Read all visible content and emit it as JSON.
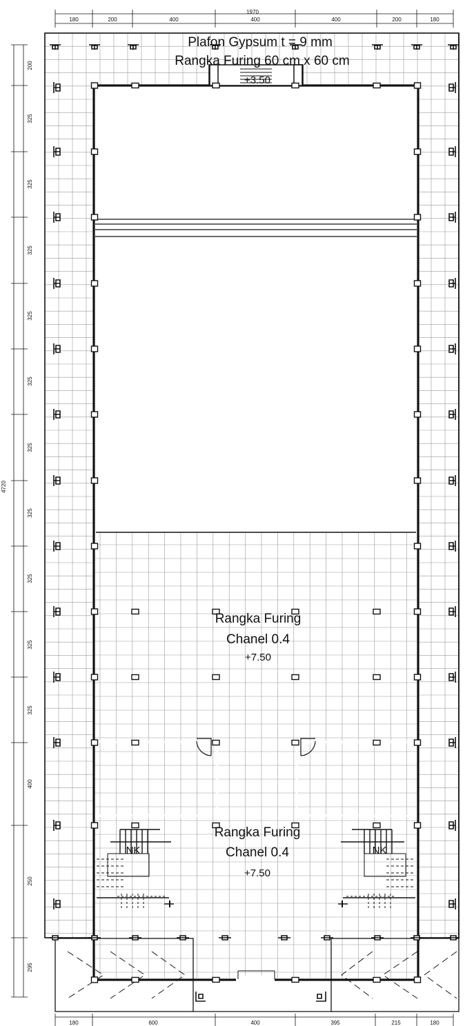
{
  "dimensions": {
    "top_total": "1970",
    "top_segments": [
      "180",
      "200",
      "400",
      "400",
      "400",
      "200",
      "180"
    ],
    "left_total": "4720",
    "left_segments": [
      "200",
      "325",
      "325",
      "325",
      "325",
      "325",
      "325",
      "325",
      "325",
      "325",
      "325",
      "400",
      "250",
      "295"
    ],
    "bottom_segments": [
      "180",
      "600",
      "400",
      "395",
      "215",
      "180"
    ]
  },
  "labels": {
    "ceiling_title": "Plafon Gypsum t = 9 mm",
    "ceiling_subtitle": "Rangka Furing 60 cm x 60 cm",
    "stair_level": "+3.50",
    "middle_title": "Rangka Furing",
    "middle_subtitle": "Chanel 0.4",
    "middle_level": "+7.50",
    "lower_title": "Rangka Furing",
    "lower_subtitle": "Chanel 0.4",
    "lower_level": "+7.50",
    "toilet_left": "NK",
    "toilet_right": "NK"
  },
  "colors": {
    "line": "#111111",
    "grid": "#9a9a9a"
  }
}
